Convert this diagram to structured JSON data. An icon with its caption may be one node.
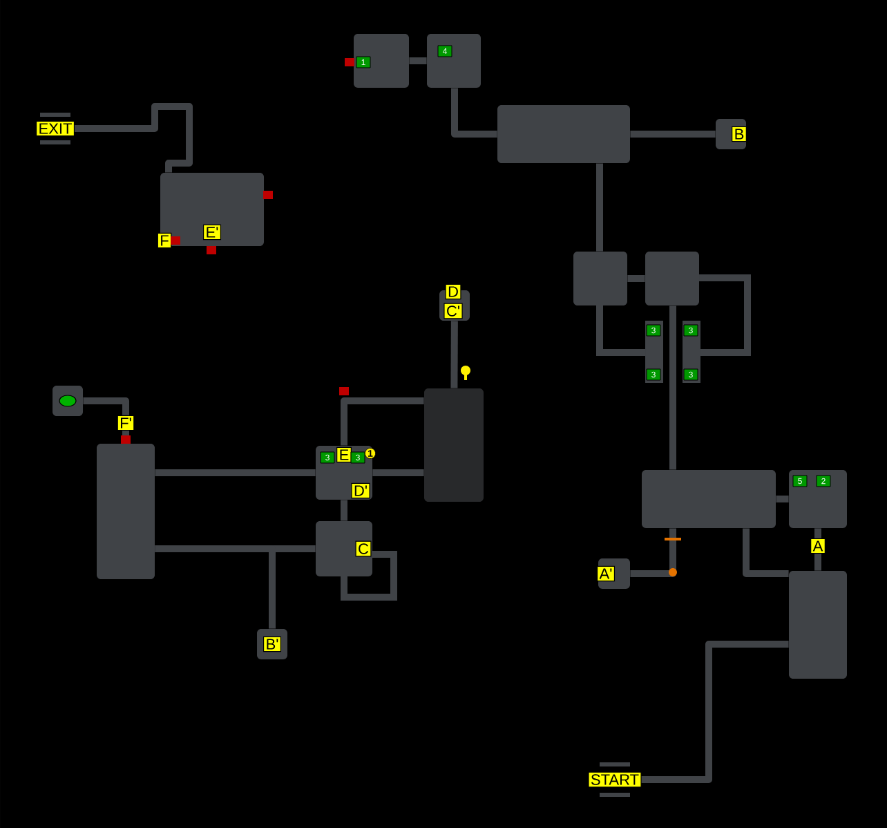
{
  "diagram": {
    "nodes": [
      {
        "text": [
          "EXIT"
        ]
      },
      {
        "text": [],
        "shape": "box"
      },
      {
        "text": [
          "E'"
        ],
        "in": 1
      },
      {
        "text": [
          "F"
        ]
      },
      {
        "text": [],
        "shape": "box"
      },
      {
        "text": [],
        "shape": "box"
      },
      {
        "text": [],
        "shape": "box"
      },
      {
        "text": [],
        "shape": "box"
      },
      {
        "text": [
          "B"
        ],
        "in": 7
      },
      {
        "text": [],
        "shape": "box"
      },
      {
        "text": [],
        "shape": "box"
      },
      {
        "text": [],
        "shape": "box"
      },
      {
        "text": [
          "D"
        ],
        "in": 11
      },
      {
        "text": [
          "C'"
        ],
        "in": 11
      },
      {
        "text": [],
        "shape": "box"
      },
      {
        "text": [],
        "shape": "box"
      },
      {
        "text": [
          "F'"
        ]
      },
      {
        "text": [],
        "shape": "box"
      },
      {
        "text": [],
        "shape": "box"
      },
      {
        "text": [
          "E"
        ],
        "in": 18
      },
      {
        "text": [
          "D'"
        ],
        "in": 18
      },
      {
        "text": [],
        "shape": "box"
      },
      {
        "text": [
          "C"
        ],
        "in": 21
      },
      {
        "text": [],
        "shape": "box"
      },
      {
        "text": [
          "B'"
        ],
        "in": 23
      },
      {
        "text": [],
        "shape": "box"
      },
      {
        "text": [],
        "shape": "box"
      },
      {
        "text": [
          "A"
        ]
      },
      {
        "text": [],
        "shape": "box"
      },
      {
        "text": [
          "A'"
        ],
        "in": 28
      },
      {
        "text": [],
        "shape": "box"
      },
      {
        "text": [
          "START"
        ]
      }
    ],
    "edges": [
      {
        "from": 0,
        "to": 1,
        "arrow": "none"
      },
      {
        "from": 4,
        "to": 5,
        "arrow": "none"
      },
      {
        "from": 5,
        "to": 6,
        "arrow": "none"
      },
      {
        "from": 6,
        "to": 7,
        "arrow": "none"
      },
      {
        "from": 6,
        "to": 9,
        "arrow": "none"
      },
      {
        "from": 9,
        "to": 10,
        "arrow": "none"
      },
      {
        "from": 10,
        "to": 25,
        "arrow": "none"
      },
      {
        "from": 11,
        "to": 14,
        "arrow": "none"
      },
      {
        "from": 15,
        "to": 16,
        "arrow": "none"
      },
      {
        "from": 16,
        "to": 17,
        "arrow": "none"
      },
      {
        "from": 17,
        "to": 18,
        "arrow": "none"
      },
      {
        "from": 18,
        "to": 14,
        "arrow": "none"
      },
      {
        "from": 18,
        "to": 14,
        "arrow": "none"
      },
      {
        "from": 17,
        "to": 21,
        "arrow": "none"
      },
      {
        "from": 17,
        "to": 23,
        "arrow": "none"
      },
      {
        "from": 18,
        "to": 21,
        "arrow": "none"
      },
      {
        "from": 25,
        "to": 28,
        "arrow": "none"
      },
      {
        "from": 25,
        "to": 30,
        "arrow": "none"
      },
      {
        "from": 25,
        "to": 26,
        "arrow": "none"
      },
      {
        "from": 26,
        "to": 27,
        "arrow": "none"
      },
      {
        "from": 27,
        "to": 30,
        "arrow": "none"
      },
      {
        "from": 31,
        "to": 30,
        "arrow": "none"
      }
    ],
    "labels": [
      "1",
      "4",
      "3",
      "3",
      "3",
      "3",
      "3",
      "3",
      "1",
      "5",
      "2"
    ]
  }
}
